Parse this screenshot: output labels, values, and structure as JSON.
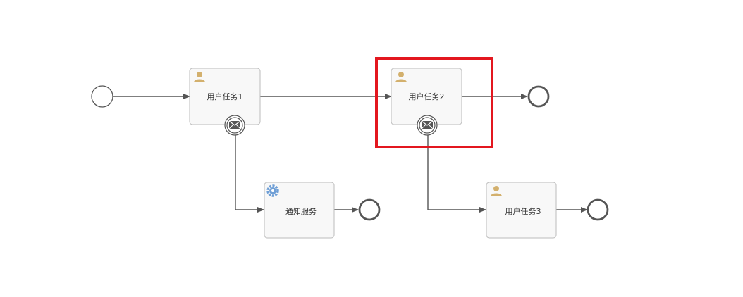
{
  "diagram": {
    "colors": {
      "task_fill": "#f8f8f8",
      "task_stroke": "#bbbbbb",
      "line": "#555555",
      "user_icon": "#d3b06d",
      "service_icon": "#6f9fd6",
      "highlight": "#e3171f",
      "event_stroke": "#555555"
    },
    "tasks": {
      "user_task_1": {
        "label": "用户任务1",
        "icon": "user-icon"
      },
      "user_task_2": {
        "label": "用户任务2",
        "icon": "user-icon"
      },
      "user_task_3": {
        "label": "用户任务3",
        "icon": "user-icon"
      },
      "notify_service": {
        "label": "通知服务",
        "icon": "gear-icon"
      }
    },
    "boundary_events": [
      {
        "attached_to": "user_task_1",
        "icon": "envelope-icon"
      },
      {
        "attached_to": "user_task_2",
        "icon": "envelope-icon"
      }
    ],
    "events": {
      "start": {
        "type": "start"
      },
      "end_1": {
        "type": "end"
      },
      "end_2": {
        "type": "end"
      },
      "end_3": {
        "type": "end"
      }
    },
    "highlighted": "user_task_2"
  }
}
